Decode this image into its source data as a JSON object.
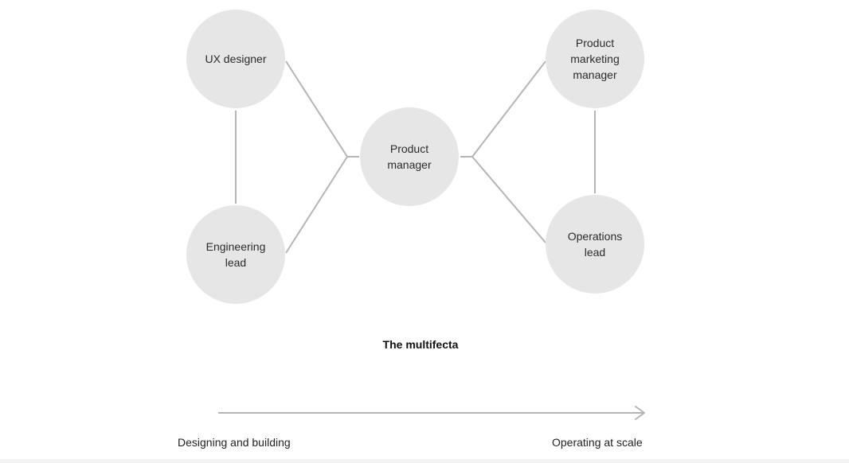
{
  "diagram": {
    "nodes": {
      "ux_designer": "UX designer",
      "engineering_lead": "Engineering\nlead",
      "product_manager": "Product\nmanager",
      "product_marketing_manager": "Product\nmarketing\nmanager",
      "operations_lead": "Operations\nlead"
    },
    "caption": "The multifecta",
    "axis": {
      "start_label": "Designing and building",
      "end_label": "Operating at scale"
    },
    "colors": {
      "node_fill": "#e6e6e6",
      "connector": "#b5b5b5"
    }
  }
}
